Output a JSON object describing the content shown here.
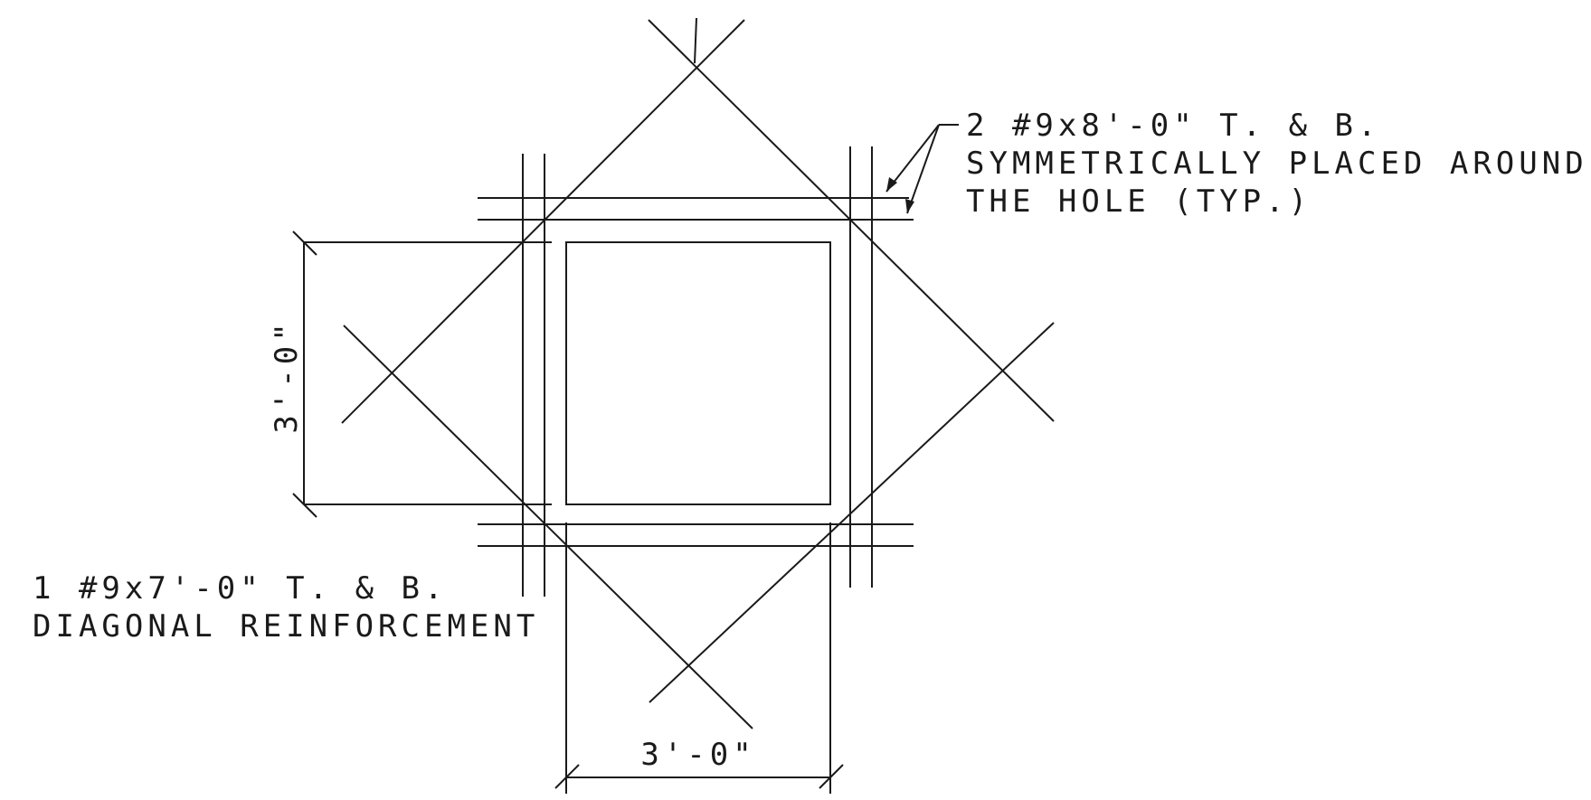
{
  "notes": {
    "top_right": [
      "2 #9x8'-0\" T. & B.",
      "SYMMETRICALLY PLACED AROUND",
      "THE HOLE (TYP.)"
    ],
    "bottom_left": [
      "1 #9x7'-0\" T. & B.",
      "DIAGONAL REINFORCEMENT"
    ]
  },
  "dimensions": {
    "vertical": "3'-0\"",
    "horizontal": "3'-0\""
  }
}
